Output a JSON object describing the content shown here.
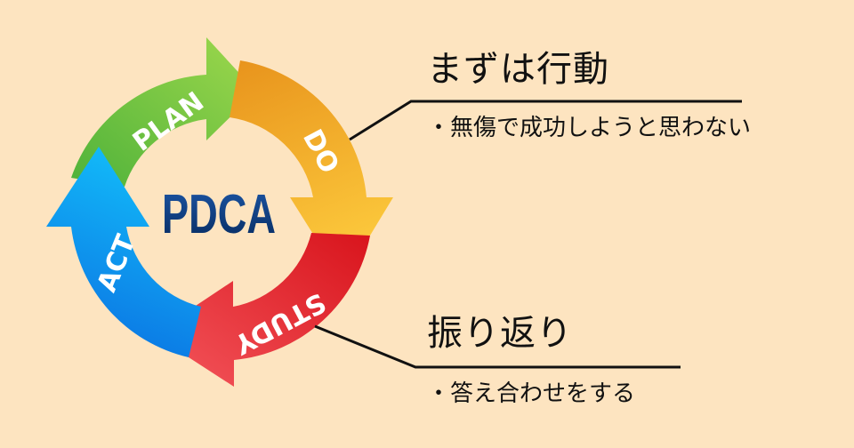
{
  "diagram": {
    "center_title": "PDCA",
    "segments": [
      {
        "label": "PLAN",
        "color_start": "#5cb83c",
        "color_end": "#96d54a"
      },
      {
        "label": "DO",
        "color_start": "#eb9b20",
        "color_end": "#fbc63a"
      },
      {
        "label": "STUDY",
        "color_start": "#e01a24",
        "color_end": "#f2525a"
      },
      {
        "label": "ACT",
        "color_start": "#0a6fe0",
        "color_end": "#12b4f6"
      }
    ]
  },
  "callouts": [
    {
      "heading": "まずは行動",
      "bullet": "・無傷で成功しようと思わない"
    },
    {
      "heading": "振り返り",
      "bullet": "・答え合わせをする"
    }
  ],
  "colors": {
    "background": "#fde4c0",
    "title": "#0b3a7a",
    "text": "#111111"
  }
}
